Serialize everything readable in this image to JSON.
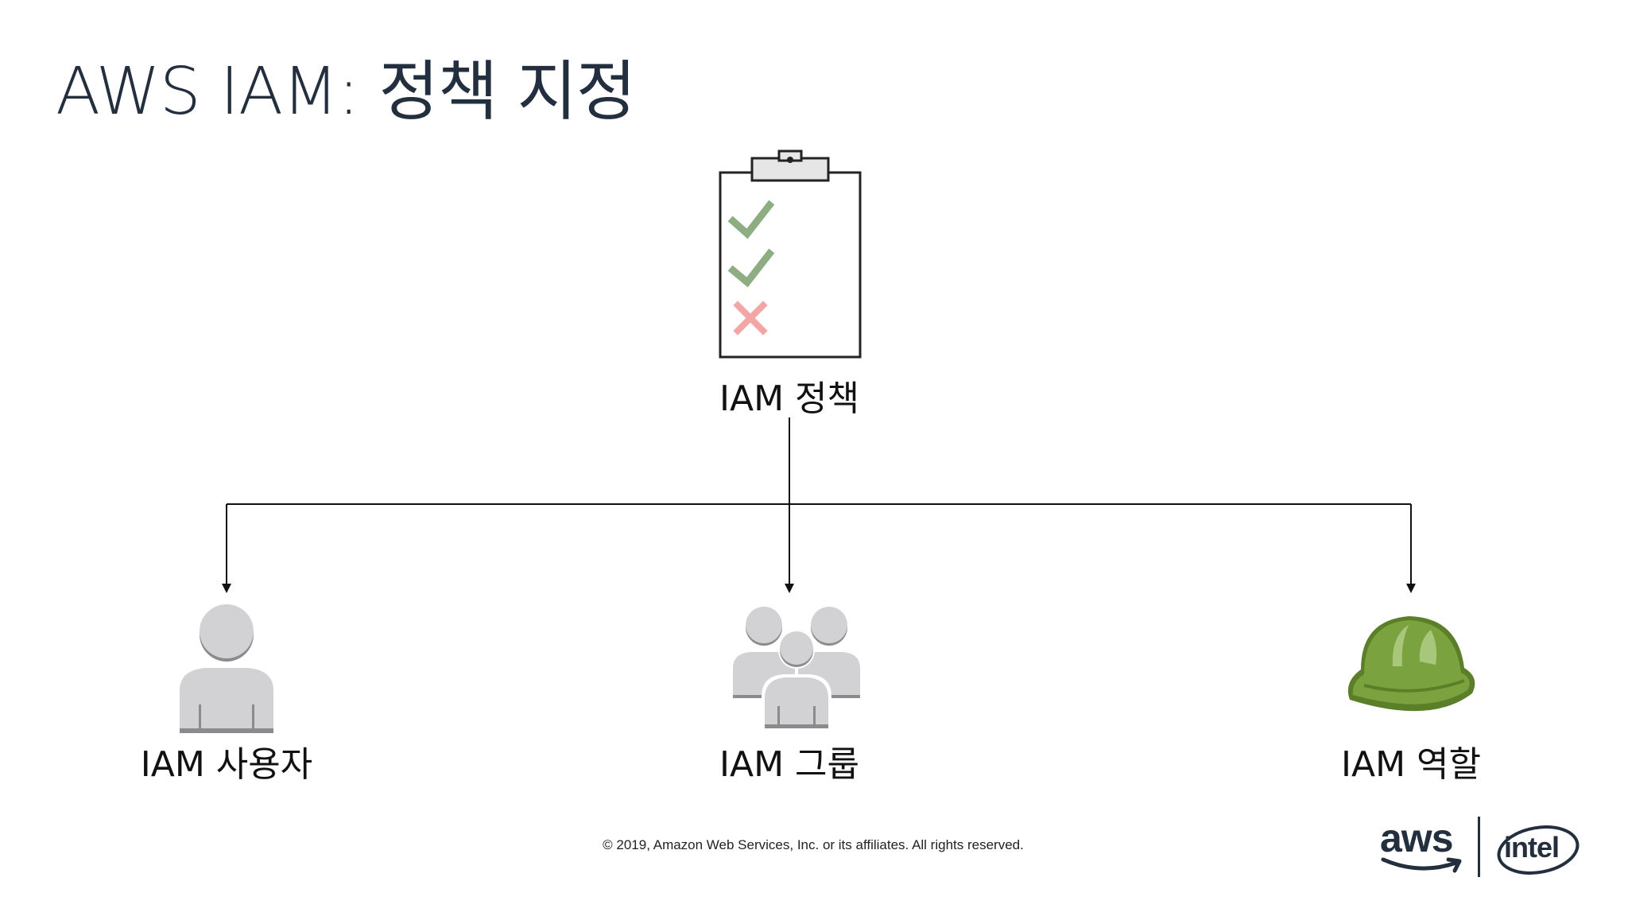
{
  "slide": {
    "title": "AWS IAM: 정책 지정"
  },
  "diagram": {
    "policy_label": "IAM 정책",
    "user_label": "IAM 사용자",
    "group_label": "IAM 그룹",
    "role_label": "IAM 역할",
    "policy_icon": "clipboard-checklist-icon",
    "user_icon": "user-icon",
    "group_icon": "group-icon",
    "role_icon": "hard-hat-icon"
  },
  "footer": {
    "copyright": "© 2019, Amazon Web Services, Inc. or its affiliates. All rights reserved.",
    "logo_aws": "aws",
    "logo_intel": "intel"
  },
  "colors": {
    "title": "#232f3e",
    "icon_gray": "#d2d2d4",
    "icon_shadow": "#8b8b8d",
    "check_green": "#8fad82",
    "cross_red": "#f2a6a6",
    "helmet_green": "#7aa33f",
    "helmet_dark": "#5a7f28"
  }
}
